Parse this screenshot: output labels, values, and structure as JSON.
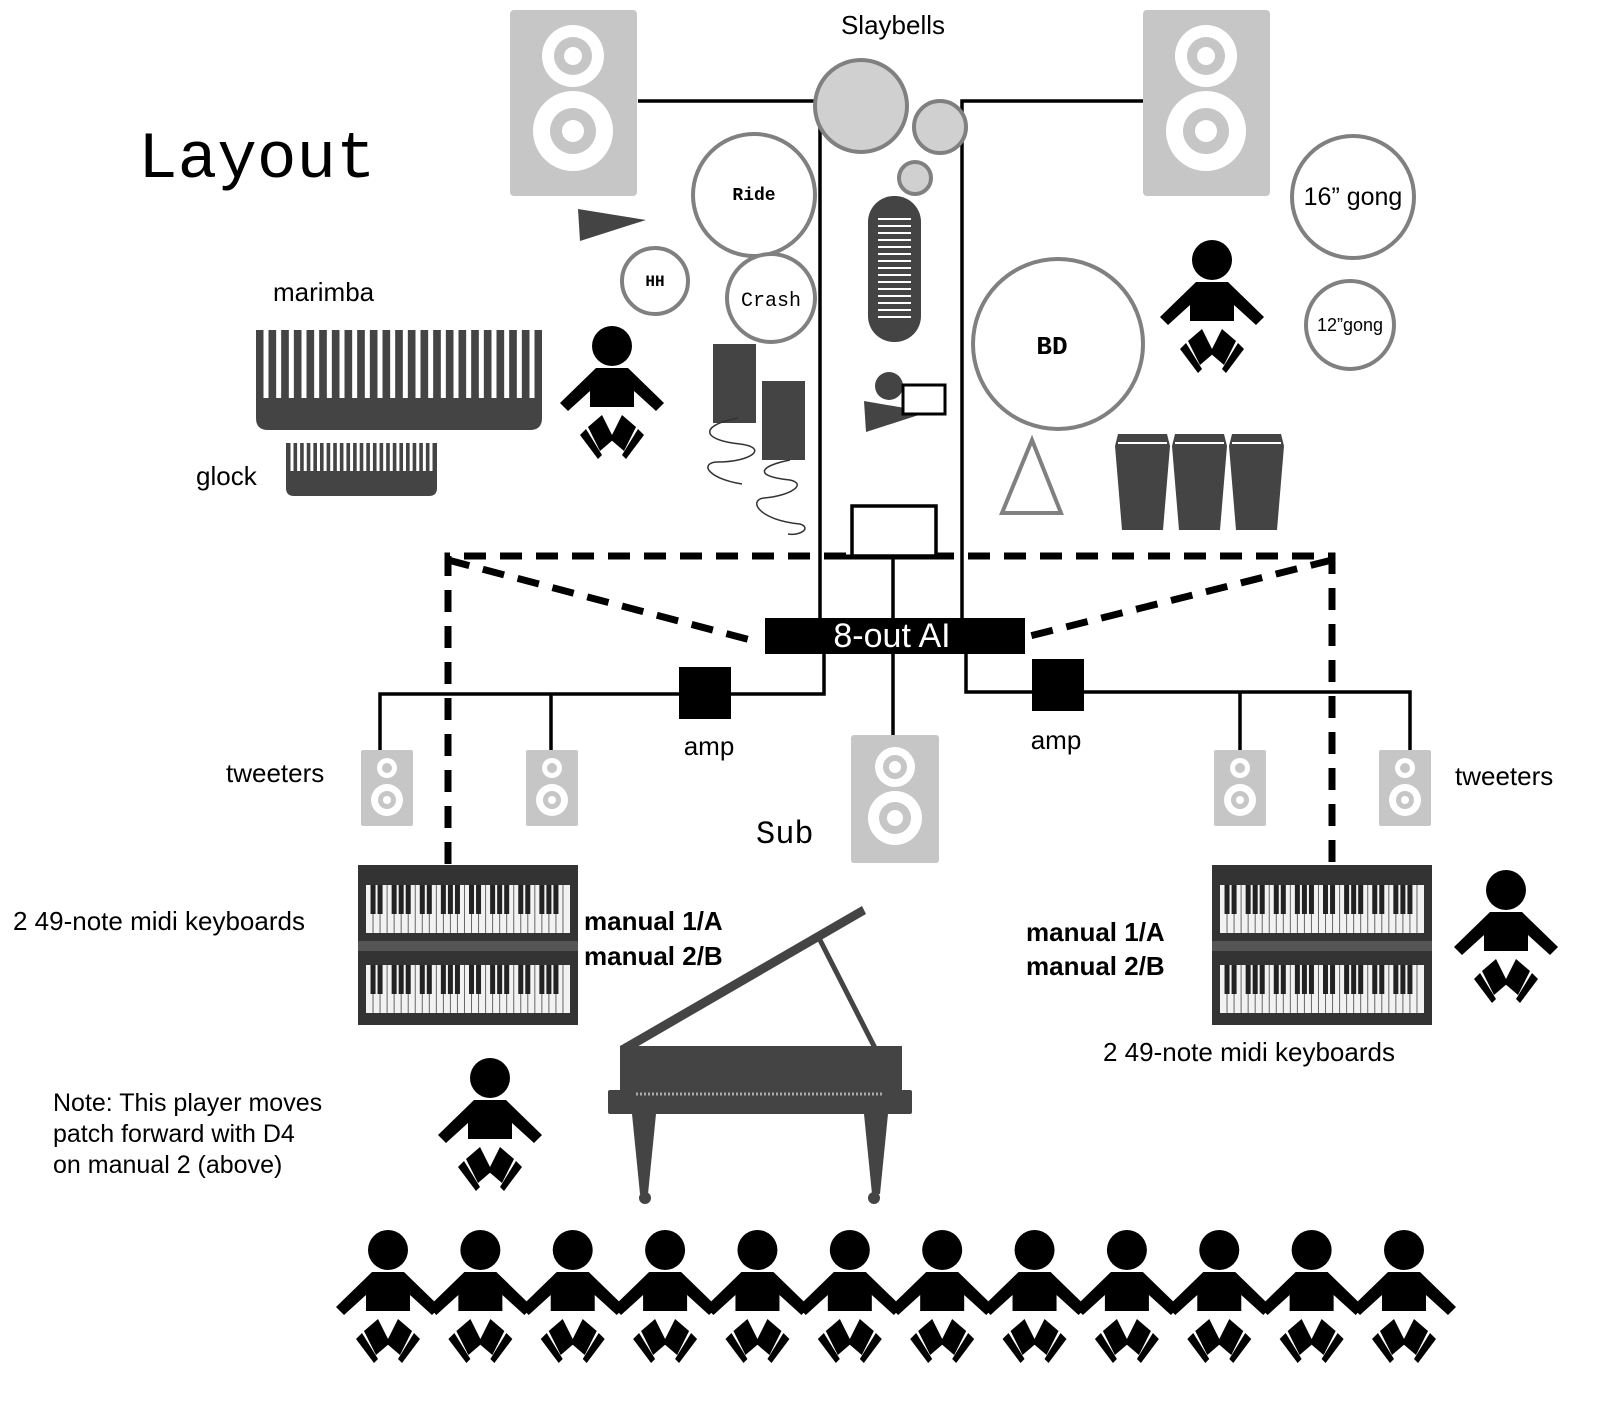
{
  "title": "Layout",
  "labels": {
    "slaybells": "Slaybells",
    "ride": "Ride",
    "hh": "HH",
    "crash": "Crash",
    "gong16": "16” gong",
    "gong12": "12”gong",
    "bd": "BD",
    "marimba": "marimba",
    "glock": "glock",
    "interface": "8-out AI",
    "amp_left": "amp",
    "amp_right": "amp",
    "tweeters_left": "tweeters",
    "tweeters_right": "tweeters",
    "sub": "Sub",
    "keyboards_left": "2 49-note midi keyboards",
    "keyboards_right": "2 49-note midi keyboards",
    "manual1_left": "manual 1/A",
    "manual2_left": "manual 2/B",
    "manual1_right": "manual 1/A",
    "manual2_right": "manual 2/B",
    "note_line1": "Note: This player moves",
    "note_line2": "patch forward with D4",
    "note_line3": "on manual 2 (above)"
  },
  "audience_count": 12,
  "colors": {
    "speaker_gray": "#c6c6c6",
    "instrument_dark": "#444444",
    "outline_gray": "#808080",
    "cymbal_fill": "#d0d0d0",
    "black": "#000000"
  }
}
